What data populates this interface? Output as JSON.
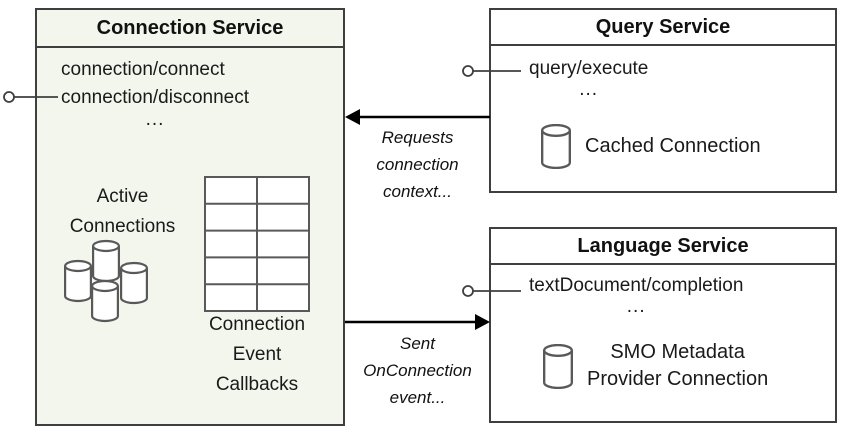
{
  "connection_service": {
    "title": "Connection Service",
    "method_line_1": "connection/connect",
    "method_line_2": "connection/disconnect",
    "ellipsis": "...",
    "active_connections_label": "Active\nConnections",
    "callbacks_label": "Connection\nEvent\nCallbacks"
  },
  "query_service": {
    "title": "Query Service",
    "method_line_1": "query/execute",
    "ellipsis": "...",
    "cached_connection_label": "Cached Connection"
  },
  "language_service": {
    "title": "Language Service",
    "method_line_1": "textDocument/completion",
    "ellipsis": "...",
    "cached_connection_label": "SMO Metadata\nProvider Connection"
  },
  "arrows": {
    "requests_label": "Requests\nconnection\ncontext...",
    "sent_label": "Sent\nOnConnection\nevent..."
  },
  "icons": {
    "database_cluster": "database-cluster-icon",
    "database": "database-cylinder-icon",
    "table_grid": "table-grid-icon",
    "interface_connector": "lollipop-interface-icon"
  },
  "colors": {
    "connection_box_fill": "#f3f6ed",
    "service_box_fill": "#ffffff",
    "box_border": "#3f3f3f",
    "icon_stroke": "#595959",
    "arrow": "#000000"
  }
}
